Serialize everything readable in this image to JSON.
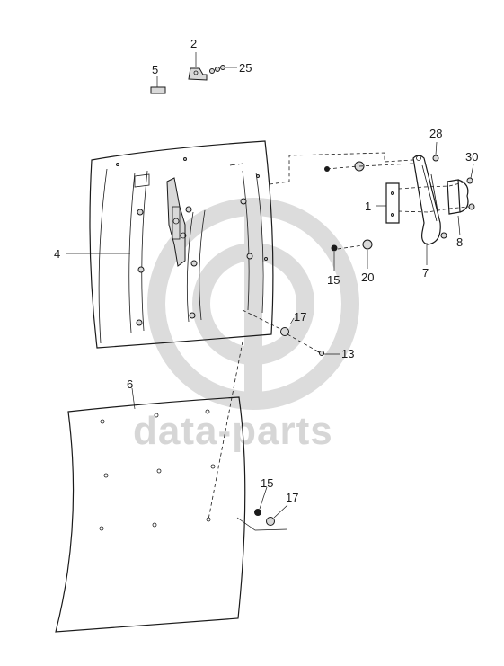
{
  "watermark": {
    "brand_text": "data-parts",
    "color": "#d6d6d6"
  },
  "callouts": {
    "c1": "1",
    "c2": "2",
    "c4": "4",
    "c5": "5",
    "c6": "6",
    "c7": "7",
    "c8": "8",
    "c13": "13",
    "c15a": "15",
    "c15b": "15",
    "c17a": "17",
    "c17b": "17",
    "c20": "20",
    "c25": "25",
    "c28": "28",
    "c30": "30"
  },
  "colors": {
    "line": "#1a1a1a",
    "panel_fill": "#d9d9d9",
    "background": "#ffffff"
  }
}
